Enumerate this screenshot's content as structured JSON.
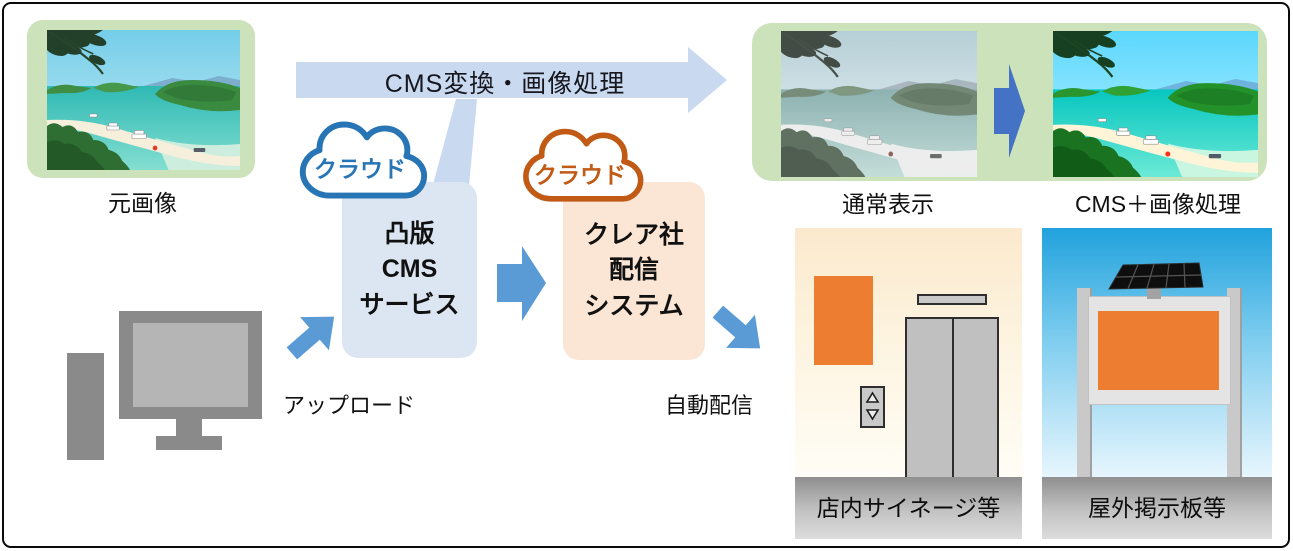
{
  "labels": {
    "original_image": "元画像",
    "flow_arrow": "CMS変換・画像処理",
    "upload": "アップロード",
    "auto_delivery": "自動配信",
    "normal_display": "通常表示",
    "processed_display": "CMS＋画像処理",
    "instore": "店内サイネージ等",
    "outdoor": "屋外掲示板等"
  },
  "clouds": {
    "left": "クラウド",
    "right": "クラウド"
  },
  "boxes": {
    "cms": {
      "line1": "凸版",
      "line2": "CMS",
      "line3": "サービス"
    },
    "delivery": {
      "line1": "クレア社",
      "line2": "配信",
      "line3": "システム"
    }
  },
  "colors": {
    "flow_arrow_light_blue": "#c9daf0",
    "action_arrow_blue": "#5b9bd5",
    "photo_compare_arrow_blue": "#4472c4",
    "cloud_outline_blue": "#2775b5",
    "cloud_outline_orange": "#c05a15",
    "cms_box_fill": "#dce6f2",
    "delivery_box_fill": "#fbe5d4",
    "photo_frame_green": "#cbe2ba",
    "signage_orange": "#ed7d31"
  }
}
